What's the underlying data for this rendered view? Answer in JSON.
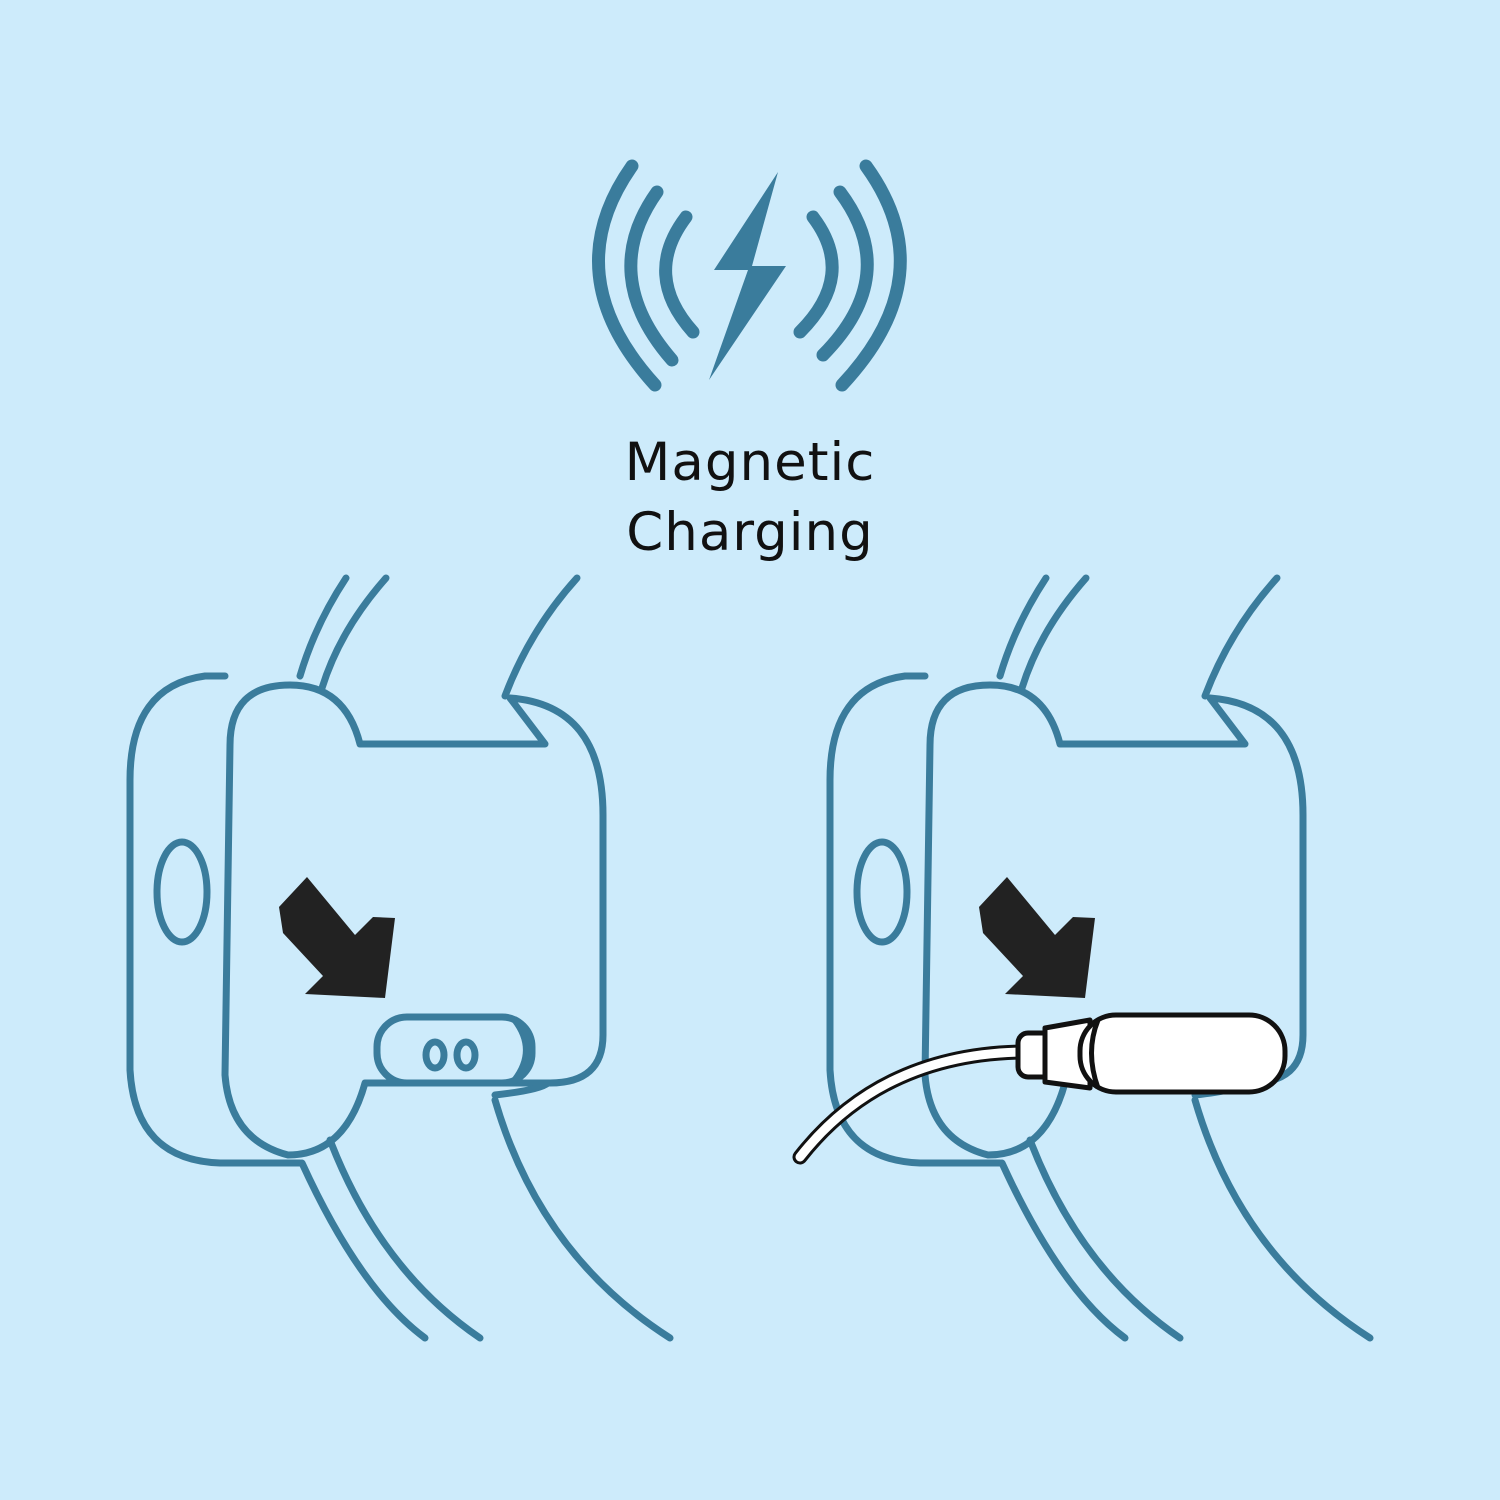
{
  "title": {
    "line1": "Magnetic",
    "line2": "Charging"
  },
  "colors": {
    "background": "#CDEBFB",
    "line": "#3A7C9C",
    "arrow": "#222222",
    "cable_stroke": "#111111",
    "cable_fill": "#FFFFFF"
  },
  "icons": {
    "top": "wireless-charging-icon",
    "bolt": "lightning-bolt-icon",
    "left_arrow": "arrow-down-right-icon",
    "right_arrow": "arrow-down-right-icon",
    "connector": "magnetic-charger-connector",
    "cable": "charging-cable"
  }
}
